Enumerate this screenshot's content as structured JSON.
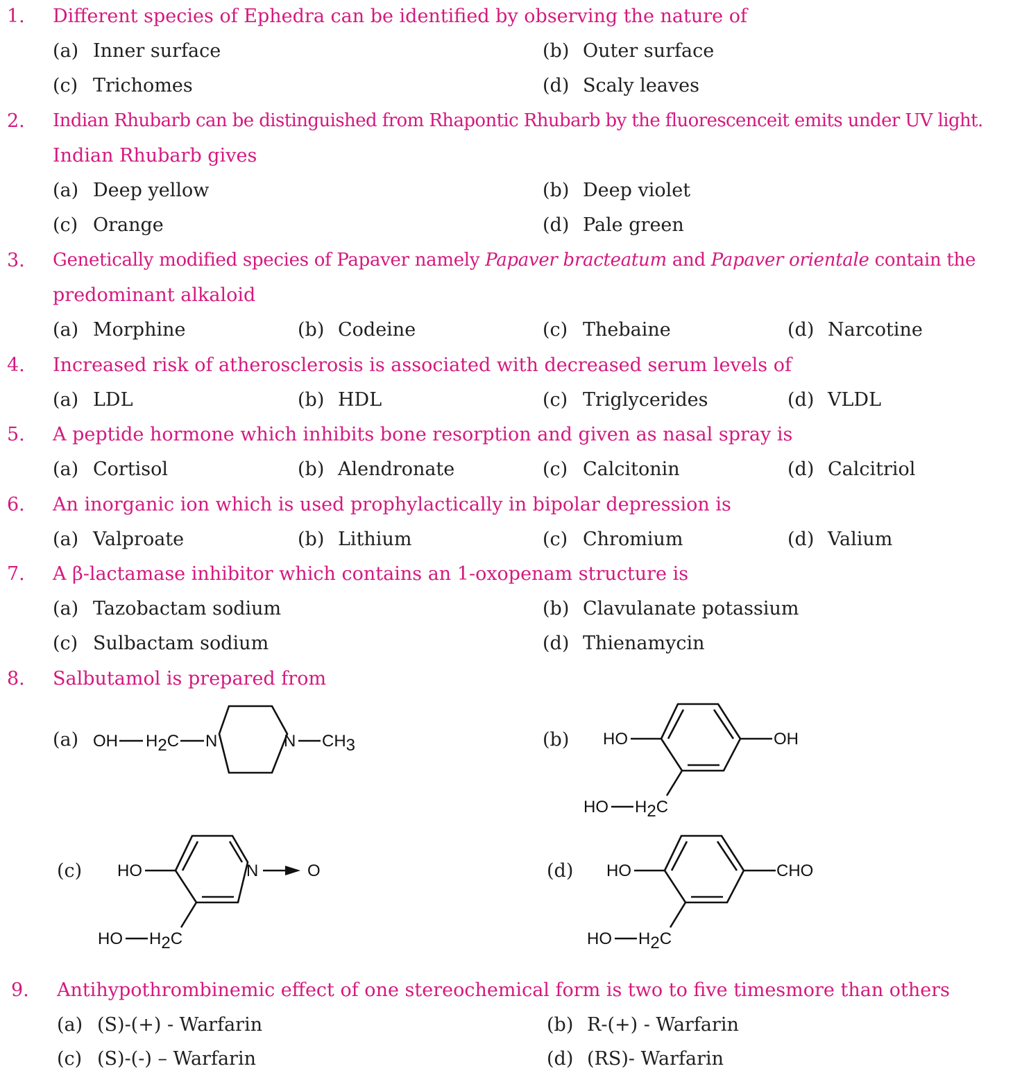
{
  "questions": [
    {
      "num": "1.",
      "text": "Different species of Ephedra can be identified by observing the nature of",
      "options": [
        {
          "label": "(a)",
          "text": "Inner surface"
        },
        {
          "label": "(b)",
          "text": "Outer surface"
        },
        {
          "label": "(c)",
          "text": "Trichomes"
        },
        {
          "label": "(d)",
          "text": "Scaly leaves"
        }
      ]
    },
    {
      "num": "2.",
      "text": "Indian Rhubarb can be distinguished from Rhapontic Rhubarb by the fluorescenceit emits under UV light.",
      "text2": "Indian Rhubarb gives",
      "options": [
        {
          "label": "(a)",
          "text": "Deep yellow"
        },
        {
          "label": "(b)",
          "text": "Deep violet"
        },
        {
          "label": "(c)",
          "text": "Orange"
        },
        {
          "label": "(d)",
          "text": "Pale green"
        }
      ]
    },
    {
      "num": "3.",
      "text_a": "Genetically modified species of Papaver namely ",
      "italic1": "Papaver bracteatum",
      "text_b": " and ",
      "italic2": "Papaver orientale",
      "text_c": " contain the",
      "text2": "predominant alkaloid",
      "options": [
        {
          "label": "(a)",
          "text": "Morphine"
        },
        {
          "label": "(b)",
          "text": "Codeine"
        },
        {
          "label": "(c)",
          "text": "Thebaine"
        },
        {
          "label": "(d)",
          "text": "Narcotine"
        }
      ]
    },
    {
      "num": "4.",
      "text": "Increased risk of atherosclerosis is associated with decreased serum levels of",
      "options": [
        {
          "label": "(a)",
          "text": "LDL"
        },
        {
          "label": "(b)",
          "text": "HDL"
        },
        {
          "label": "(c)",
          "text": "Triglycerides"
        },
        {
          "label": "(d)",
          "text": "VLDL"
        }
      ]
    },
    {
      "num": "5.",
      "text": "A peptide hormone which inhibits bone resorption and given as nasal spray is",
      "options": [
        {
          "label": "(a)",
          "text": "Cortisol"
        },
        {
          "label": "(b)",
          "text": "Alendronate"
        },
        {
          "label": "(c)",
          "text": "Calcitonin"
        },
        {
          "label": "(d)",
          "text": "Calcitriol"
        }
      ]
    },
    {
      "num": "6.",
      "text": "An inorganic ion which is used prophylactically in bipolar depression is",
      "options": [
        {
          "label": "(a)",
          "text": "Valproate"
        },
        {
          "label": "(b)",
          "text": "Lithium"
        },
        {
          "label": "(c)",
          "text": "Chromium"
        },
        {
          "label": "(d)",
          "text": "Valium"
        }
      ]
    },
    {
      "num": "7.",
      "text": "A β-lactamase inhibitor which contains an 1-oxopenam structure is",
      "options": [
        {
          "label": "(a)",
          "text": "Tazobactam sodium"
        },
        {
          "label": "(b)",
          "text": "Clavulanate potassium"
        },
        {
          "label": "(c)",
          "text": "Sulbactam sodium"
        },
        {
          "label": "(d)",
          "text": "Thienamycin"
        }
      ]
    },
    {
      "num": "8.",
      "text": "Salbutamol is prepared from",
      "options": [
        {
          "label": "(a)"
        },
        {
          "label": "(b)"
        },
        {
          "label": "(c)"
        },
        {
          "label": "(d)"
        }
      ]
    },
    {
      "num": "9.",
      "text": "Antihypothrombinemic effect of one stereochemical form is two to five timesmore than others",
      "options": [
        {
          "label": "(a)",
          "text": "(S)-(+) - Warfarin"
        },
        {
          "label": "(b)",
          "text": "R-(+) - Warfarin"
        },
        {
          "label": "(c)",
          "text": "(S)-(-) – Warfarin"
        },
        {
          "label": "(d)",
          "text": "(RS)- Warfarin"
        }
      ]
    }
  ],
  "structures": {
    "a": {
      "oh": "OH",
      "h2c_h": "H",
      "h2c_2": "2",
      "h2c_c": "C",
      "n1": "N",
      "n2": "N",
      "ch3_ch": "CH",
      "ch3_3": "3"
    },
    "b": {
      "ho": "HO",
      "oh": "OH",
      "ho2": "HO",
      "h2c_h": "H",
      "h2c_2": "2",
      "h2c_c": "C"
    },
    "c": {
      "ho": "HO",
      "n": "N",
      "o": "O",
      "ho2": "HO",
      "h2c_h": "H",
      "h2c_2": "2",
      "h2c_c": "C"
    },
    "d": {
      "ho": "HO",
      "cho": "CHO",
      "ho2": "HO",
      "h2c_h": "H",
      "h2c_2": "2",
      "h2c_c": "C"
    }
  }
}
